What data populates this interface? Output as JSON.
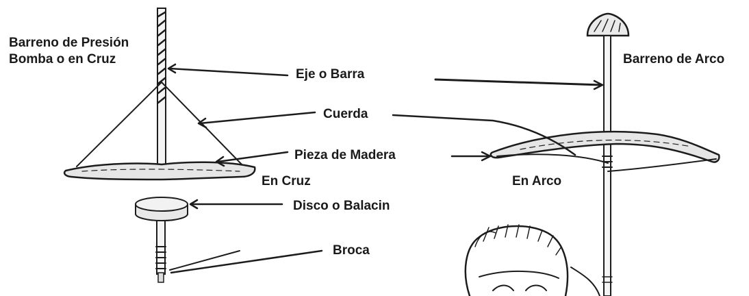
{
  "titles": {
    "pressure_drill_line1": "Barreno de Presión",
    "pressure_drill_line2": "Bomba o en Cruz",
    "bow_drill": "Barreno de Arco"
  },
  "labels": {
    "shaft": "Eje o Barra",
    "cord": "Cuerda",
    "wood_piece": "Pieza de Madera",
    "disc": "Disco o Balacin",
    "bit": "Broca",
    "cross_variant": "En Cruz",
    "bow_variant": "En Arco"
  }
}
